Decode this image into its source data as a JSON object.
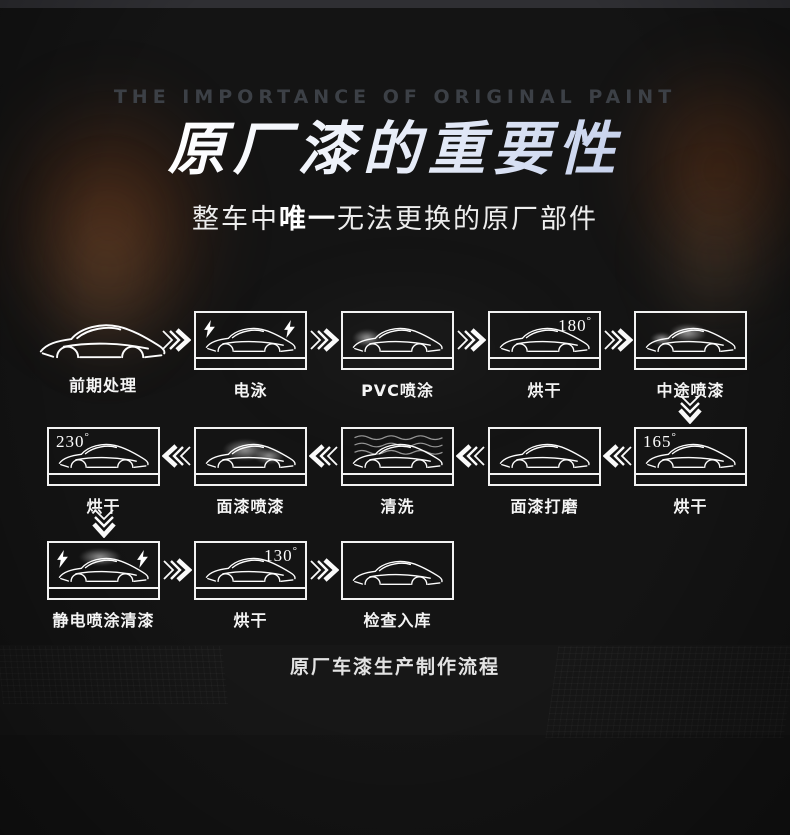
{
  "header": {
    "eyebrow": "THE IMPORTANCE OF ORIGINAL PAINT",
    "title": "原厂漆的重要性",
    "subtitle": {
      "pre": "整车中",
      "em": "唯一",
      "post": "无法更换的原厂部件"
    }
  },
  "flow": {
    "degree_symbol": "°",
    "rows": [
      {
        "direction": "right",
        "steps": [
          {
            "label": "前期处理"
          },
          {
            "label": "电泳"
          },
          {
            "label": "PVC喷涂"
          },
          {
            "label": "烘干",
            "temp": "180"
          },
          {
            "label": "中途喷漆"
          }
        ]
      },
      {
        "direction": "left",
        "steps": [
          {
            "label": "烘干",
            "temp": "230"
          },
          {
            "label": "面漆喷漆"
          },
          {
            "label": "清洗"
          },
          {
            "label": "面漆打磨"
          },
          {
            "label": "烘干",
            "temp": "165"
          }
        ]
      },
      {
        "direction": "right",
        "steps": [
          {
            "label": "静电喷涂清漆"
          },
          {
            "label": "烘干",
            "temp": "130"
          },
          {
            "label": "检查入库"
          }
        ]
      }
    ],
    "caption": "原厂车漆生产制作流程"
  },
  "colors": {
    "background": "#141414",
    "frame": "#f2f2f2",
    "title_gradient_start": "#ffffff",
    "title_gradient_end": "#b6c4e6",
    "ambient_orange": "#94441 6"
  }
}
